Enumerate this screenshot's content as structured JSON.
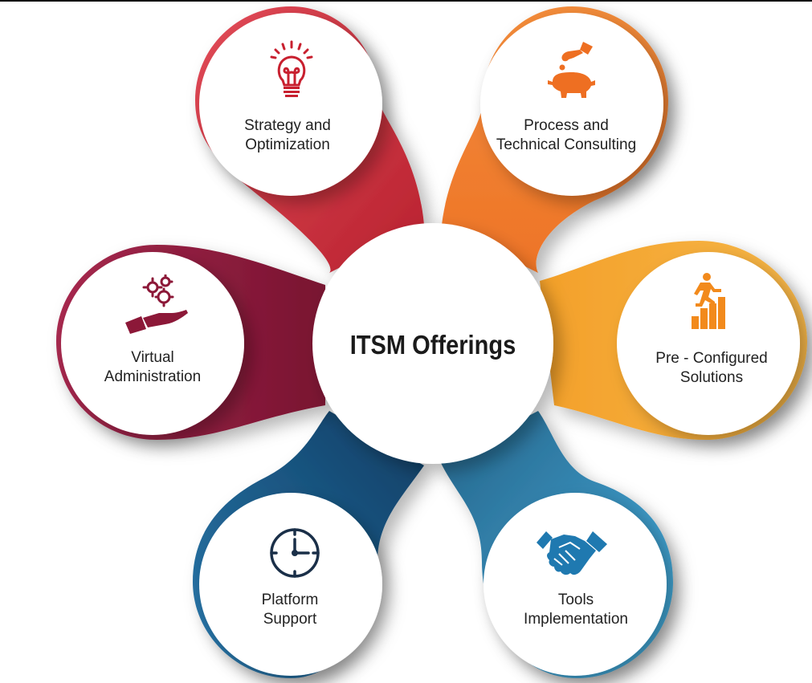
{
  "center": {
    "title": "ITSM Offerings"
  },
  "offerings": [
    {
      "id": "strategy",
      "line1": "Strategy and",
      "line2": "Optimization",
      "icon": "lightbulb-icon",
      "color": "#d93a4a"
    },
    {
      "id": "process",
      "line1": "Process and",
      "line2": "Technical Consulting",
      "icon": "piggy-bank-coin-icon",
      "color": "#f07f2e"
    },
    {
      "id": "preconfigured",
      "line1": "Pre - Configured",
      "line2": "Solutions",
      "icon": "running-up-bars-icon",
      "color": "#f4a32c"
    },
    {
      "id": "tools",
      "line1": "Tools",
      "line2": "Implementation",
      "icon": "handshake-icon",
      "color": "#2f8fc0"
    },
    {
      "id": "platform",
      "line1": "Platform",
      "line2": "Support",
      "icon": "clock-icon",
      "color": "#1c5e8e"
    },
    {
      "id": "virtual",
      "line1": "Virtual",
      "line2": "Administration",
      "icon": "hand-gears-icon",
      "color": "#8a1a3c"
    }
  ]
}
